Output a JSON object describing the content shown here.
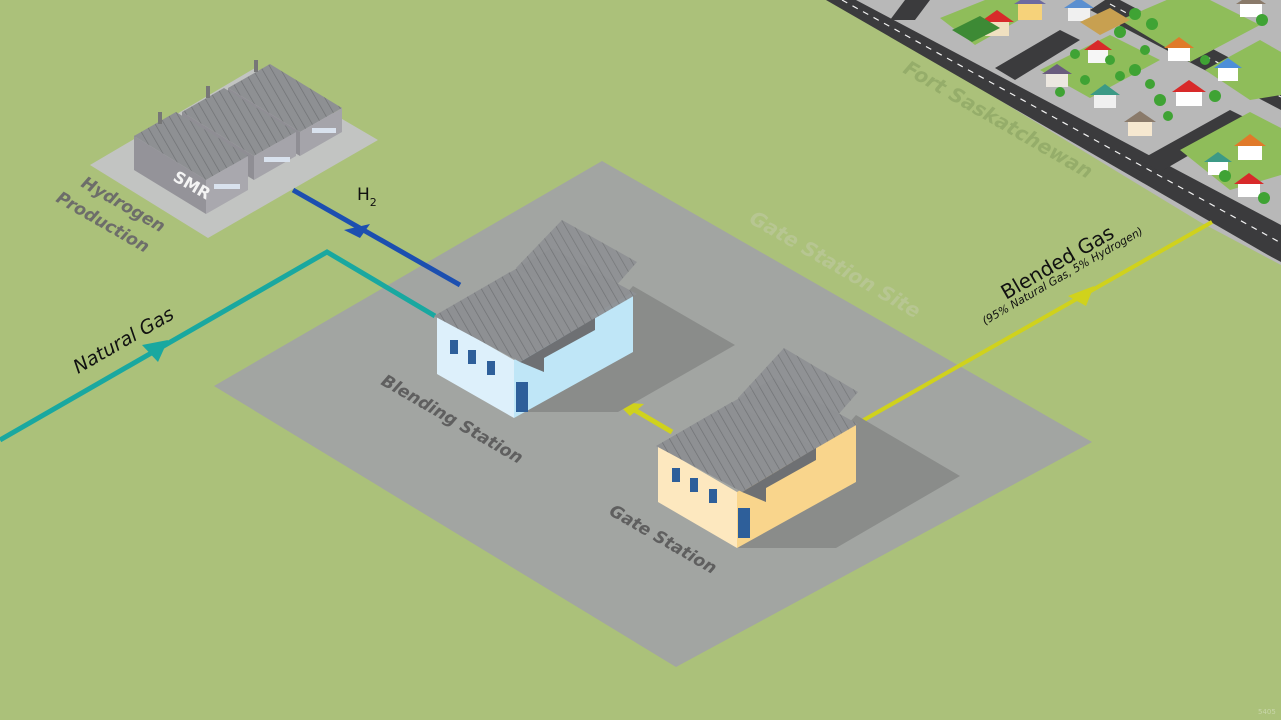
{
  "labels": {
    "hydrogen_line1": "Hydrogen",
    "hydrogen_line2": "Production",
    "smr": "SMR",
    "h2_main": "H",
    "h2_sub": "2",
    "natural_gas": "Natural Gas",
    "gate_station_site": "Gate Station Site",
    "blending_station": "Blending Station",
    "gate_station": "Gate Station",
    "blended_gas": "Blended Gas",
    "blended_gas_detail": "(95% Natural Gas, 5% Hydrogen)",
    "town": "Fort Saskatchewan",
    "footer_code": "5405"
  },
  "colors": {
    "ground": "#abc17a",
    "site_pad": "#a3a6a3",
    "natural_gas_pipe": "#19a8a0",
    "hydrogen_pipe": "#1c4fb0",
    "blended_pipe": "#d0d21c",
    "blending_station_wall": "#bfe6f7",
    "gate_station_wall": "#f9d58c",
    "roof": "#8d8f92"
  },
  "icons": {
    "smr_plant": "factory-icon",
    "houses": "house-icon",
    "trees": "tree-icon"
  }
}
